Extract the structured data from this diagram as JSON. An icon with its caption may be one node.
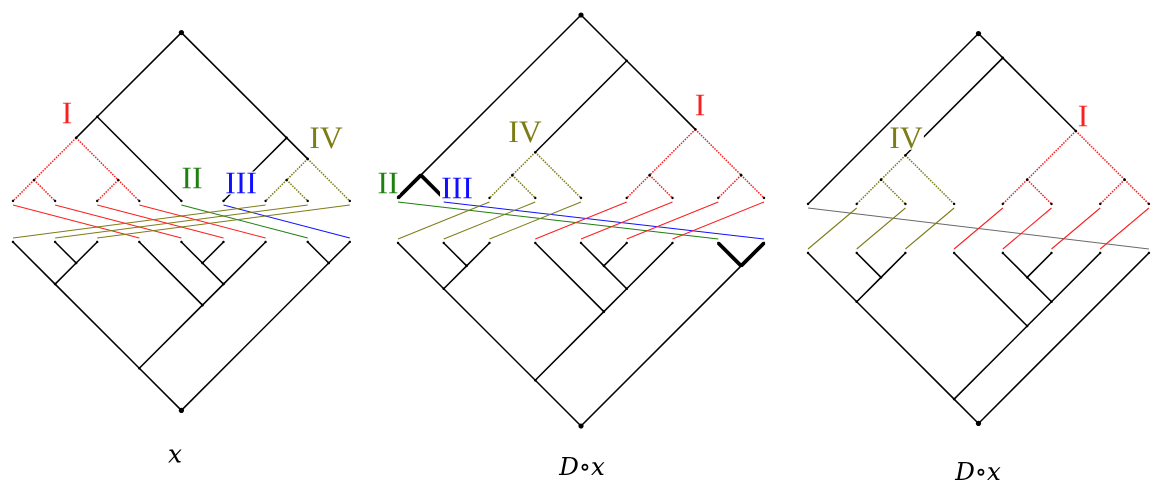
{
  "diagram": {
    "labels": [
      "I",
      "II",
      "III",
      "IV",
      "x",
      "IV",
      "II",
      "III",
      "I",
      "*D*∘*x*",
      "IV",
      "I",
      "*D*∘*x*"
    ]
  }
}
